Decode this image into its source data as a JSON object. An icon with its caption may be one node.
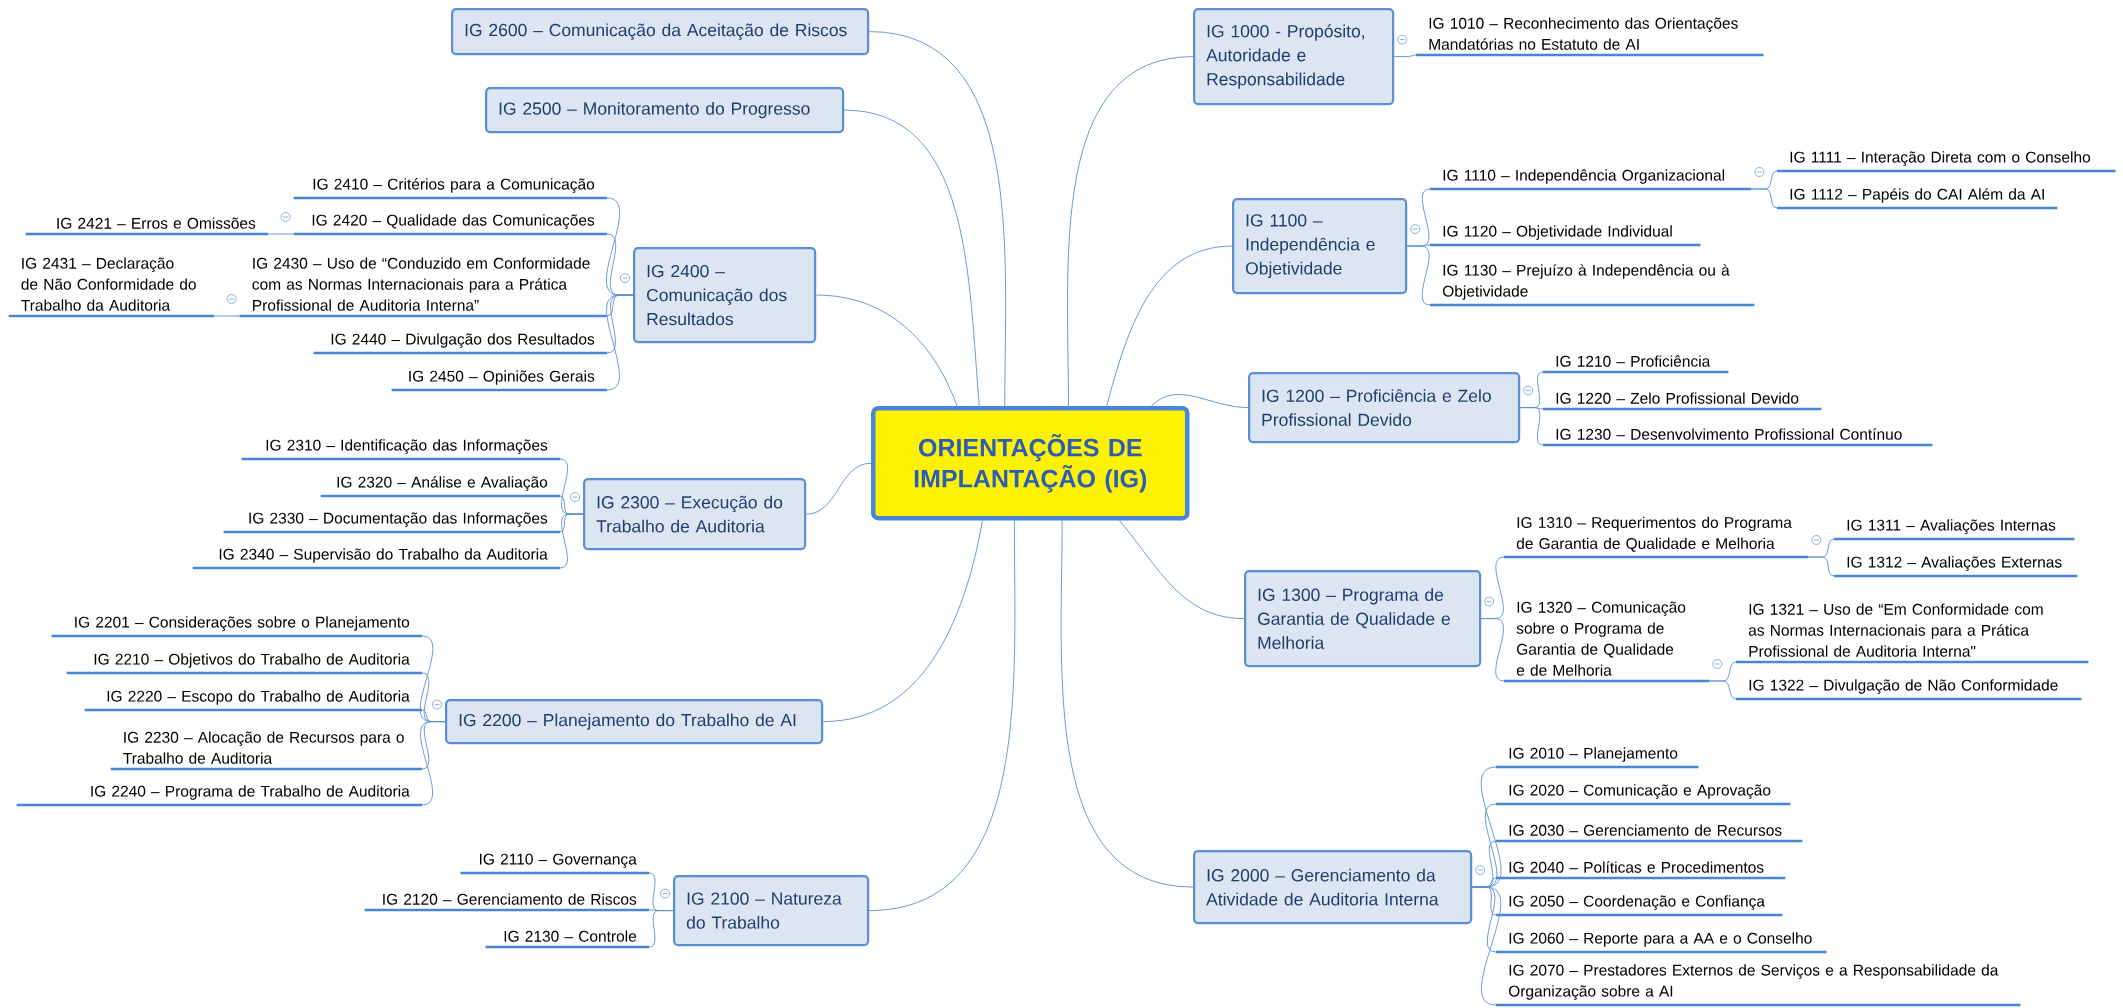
{
  "diagram": {
    "nodes": [
      {
        "text": [
          "ORIENTAÇÕES DE IMPLANTAÇÃO (IG)"
        ]
      },
      {
        "text": [
          "IG 1000 - Propósito, Autoridade e Responsabilidade"
        ]
      },
      {
        "text": [
          "IG 1010 – Reconhecimento das Orientações Mandatórias no Estatuto de AI"
        ]
      },
      {
        "text": [
          "IG 1100 – Independência e Objetividade"
        ]
      },
      {
        "text": [
          "IG 1110 – Independência Organizacional"
        ]
      },
      {
        "text": [
          "IG 1111 – Interação Direta com o Conselho"
        ]
      },
      {
        "text": [
          "IG 1112 – Papéis do CAI Além da AI"
        ]
      },
      {
        "text": [
          "IG 1120 – Objetividade Individual"
        ]
      },
      {
        "text": [
          "IG 1130 – Prejuízo à Independência ou à Objetividade"
        ]
      },
      {
        "text": [
          "IG 1200 – Proficiência e Zelo Profissional Devido"
        ]
      },
      {
        "text": [
          "IG 1210 – Proficiência"
        ]
      },
      {
        "text": [
          "IG 1220 – Zelo Profissional Devido"
        ]
      },
      {
        "text": [
          "IG 1230 – Desenvolvimento Profissional Contínuo"
        ]
      },
      {
        "text": [
          "IG 1300 – Programa de Garantia de Qualidade e Melhoria"
        ]
      },
      {
        "text": [
          "IG 1310 – Requerimentos do Programa de Garantia de Qualidade e Melhoria"
        ]
      },
      {
        "text": [
          "IG 1311 – Avaliações Internas"
        ]
      },
      {
        "text": [
          "IG 1312 – Avaliações Externas"
        ]
      },
      {
        "text": [
          "IG 1320 – Comunicação sobre o Programa de Garantia de Qualidade e de Melhoria"
        ]
      },
      {
        "text": [
          "IG 1321 – Uso de “Em Conformidade com as Normas Internacionais para a Prática Profissional de Auditoria Interna\""
        ]
      },
      {
        "text": [
          "IG 1322 – Divulgação de Não Conformidade"
        ]
      },
      {
        "text": [
          "IG 2000 – Gerenciamento da Atividade de Auditoria Interna"
        ]
      },
      {
        "text": [
          "IG 2010 – Planejamento"
        ]
      },
      {
        "text": [
          "IG 2020 – Comunicação e Aprovação"
        ]
      },
      {
        "text": [
          "IG 2030 – Gerenciamento de Recursos"
        ]
      },
      {
        "text": [
          "IG 2040 – Políticas e Procedimentos"
        ]
      },
      {
        "text": [
          "IG 2050 – Coordenação e Confiança"
        ]
      },
      {
        "text": [
          "IG 2060 – Reporte para a AA e o Conselho"
        ]
      },
      {
        "text": [
          "IG 2070 – Prestadores Externos de Serviços e a Responsabilidade da Organização sobre a AI"
        ]
      },
      {
        "text": [
          "IG 2600 – Comunicação da Aceitação de Riscos"
        ]
      },
      {
        "text": [
          "IG 2500 – Monitoramento do Progresso"
        ]
      },
      {
        "text": [
          "IG 2400 – Comunicação dos Resultados"
        ]
      },
      {
        "text": [
          "IG 2410 – Critérios para a Comunicação"
        ]
      },
      {
        "text": [
          "IG 2420 – Qualidade das Comunicações"
        ]
      },
      {
        "text": [
          "IG 2421 – Erros e Omissões"
        ]
      },
      {
        "text": [
          "IG 2430 – Uso de “Conduzido em Conformidade com as Normas Internacionais para a Prática Profissional de Auditoria Interna”"
        ]
      },
      {
        "text": [
          "IG 2431 – Declaração de Não Conformidade do Trabalho da Auditoria"
        ]
      },
      {
        "text": [
          "IG 2440 – Divulgação dos Resultados"
        ]
      },
      {
        "text": [
          "IG 2450 – Opiniões Gerais"
        ]
      },
      {
        "text": [
          "IG 2300 – Execução do Trabalho de Auditoria"
        ]
      },
      {
        "text": [
          "IG 2310 – Identificação das Informações"
        ]
      },
      {
        "text": [
          "IG 2320 – Análise e Avaliação"
        ]
      },
      {
        "text": [
          "IG 2330 – Documentação das Informações"
        ]
      },
      {
        "text": [
          "IG 2340 – Supervisão do Trabalho da Auditoria"
        ]
      },
      {
        "text": [
          "IG 2200 – Planejamento do Trabalho de AI"
        ]
      },
      {
        "text": [
          "IG 2201 – Considerações sobre o Planejamento"
        ]
      },
      {
        "text": [
          "IG 2210 – Objetivos do Trabalho de Auditoria"
        ]
      },
      {
        "text": [
          "IG 2220 – Escopo do Trabalho de Auditoria"
        ]
      },
      {
        "text": [
          "IG 2230 – Alocação de Recursos para o Trabalho de Auditoria"
        ]
      },
      {
        "text": [
          "IG 2240 – Programa de Trabalho de Auditoria"
        ]
      },
      {
        "text": [
          "IG 2100 – Natureza do Trabalho"
        ]
      },
      {
        "text": [
          "IG 2110 – Governança"
        ]
      },
      {
        "text": [
          "IG 2120 – Gerenciamento de Riscos"
        ]
      },
      {
        "text": [
          "IG 2130 – Controle"
        ]
      }
    ],
    "edges": [
      {
        "from": 0,
        "to": 1,
        "arrow": "none"
      },
      {
        "from": 0,
        "to": 3,
        "arrow": "none"
      },
      {
        "from": 0,
        "to": 9,
        "arrow": "none"
      },
      {
        "from": 0,
        "to": 13,
        "arrow": "none"
      },
      {
        "from": 0,
        "to": 20,
        "arrow": "none"
      },
      {
        "from": 0,
        "to": 28,
        "arrow": "none"
      },
      {
        "from": 0,
        "to": 29,
        "arrow": "none"
      },
      {
        "from": 0,
        "to": 30,
        "arrow": "none"
      },
      {
        "from": 0,
        "to": 38,
        "arrow": "none"
      },
      {
        "from": 0,
        "to": 43,
        "arrow": "none"
      },
      {
        "from": 0,
        "to": 49,
        "arrow": "none"
      },
      {
        "from": 1,
        "to": 2,
        "arrow": "none"
      },
      {
        "from": 3,
        "to": 4,
        "arrow": "none"
      },
      {
        "from": 4,
        "to": 5,
        "arrow": "none"
      },
      {
        "from": 4,
        "to": 6,
        "arrow": "none"
      },
      {
        "from": 3,
        "to": 7,
        "arrow": "none"
      },
      {
        "from": 3,
        "to": 8,
        "arrow": "none"
      },
      {
        "from": 9,
        "to": 10,
        "arrow": "none"
      },
      {
        "from": 9,
        "to": 11,
        "arrow": "none"
      },
      {
        "from": 9,
        "to": 12,
        "arrow": "none"
      },
      {
        "from": 13,
        "to": 14,
        "arrow": "none"
      },
      {
        "from": 14,
        "to": 15,
        "arrow": "none"
      },
      {
        "from": 14,
        "to": 16,
        "arrow": "none"
      },
      {
        "from": 13,
        "to": 17,
        "arrow": "none"
      },
      {
        "from": 17,
        "to": 18,
        "arrow": "none"
      },
      {
        "from": 17,
        "to": 19,
        "arrow": "none"
      },
      {
        "from": 20,
        "to": 21,
        "arrow": "none"
      },
      {
        "from": 20,
        "to": 22,
        "arrow": "none"
      },
      {
        "from": 20,
        "to": 23,
        "arrow": "none"
      },
      {
        "from": 20,
        "to": 24,
        "arrow": "none"
      },
      {
        "from": 20,
        "to": 25,
        "arrow": "none"
      },
      {
        "from": 20,
        "to": 26,
        "arrow": "none"
      },
      {
        "from": 20,
        "to": 27,
        "arrow": "none"
      },
      {
        "from": 30,
        "to": 31,
        "arrow": "none"
      },
      {
        "from": 30,
        "to": 32,
        "arrow": "none"
      },
      {
        "from": 32,
        "to": 33,
        "arrow": "none"
      },
      {
        "from": 30,
        "to": 34,
        "arrow": "none"
      },
      {
        "from": 34,
        "to": 35,
        "arrow": "none"
      },
      {
        "from": 30,
        "to": 36,
        "arrow": "none"
      },
      {
        "from": 30,
        "to": 37,
        "arrow": "none"
      },
      {
        "from": 38,
        "to": 39,
        "arrow": "none"
      },
      {
        "from": 38,
        "to": 40,
        "arrow": "none"
      },
      {
        "from": 38,
        "to": 41,
        "arrow": "none"
      },
      {
        "from": 38,
        "to": 42,
        "arrow": "none"
      },
      {
        "from": 43,
        "to": 44,
        "arrow": "none"
      },
      {
        "from": 43,
        "to": 45,
        "arrow": "none"
      },
      {
        "from": 43,
        "to": 46,
        "arrow": "none"
      },
      {
        "from": 43,
        "to": 47,
        "arrow": "none"
      },
      {
        "from": 43,
        "to": 48,
        "arrow": "none"
      },
      {
        "from": 49,
        "to": 50,
        "arrow": "none"
      },
      {
        "from": 49,
        "to": 51,
        "arrow": "none"
      },
      {
        "from": 49,
        "to": 52,
        "arrow": "none"
      }
    ]
  }
}
